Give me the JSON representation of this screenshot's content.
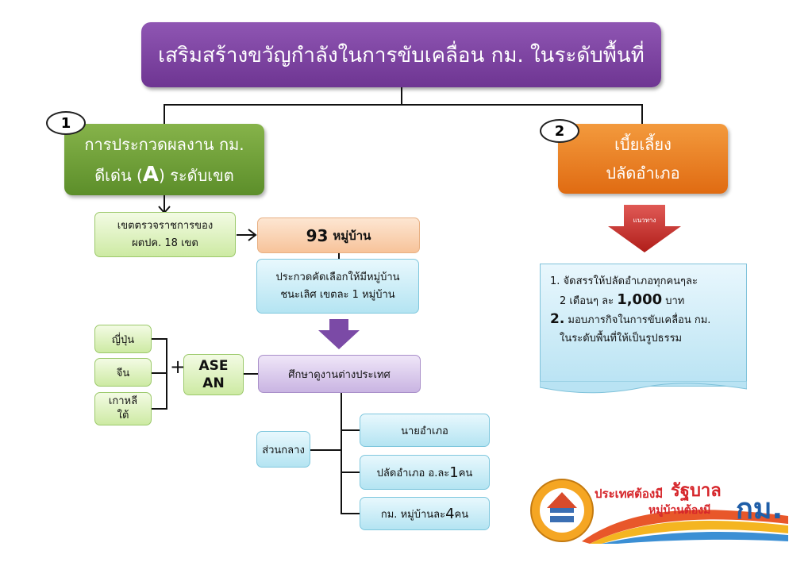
{
  "title": "เสริมสร้างขวัญกำลังในการขับเคลื่อน กม. ในระดับพื้นที่",
  "branch1": {
    "number": "1",
    "line1": "การประกวดผลงาน กม.",
    "line2_pre": "ดีเด่น (",
    "line2_big": "A",
    "line2_post": ") ระดับเขต"
  },
  "branch2": {
    "number": "2",
    "line1": "เบี้ยเลี้ยง",
    "line2": "ปลัดอำเภอ"
  },
  "inspect_box": {
    "line1": "เขตตรวจราชการของ",
    "line2": "ผตปค. 18 เขต"
  },
  "villages_box": {
    "number": "93",
    "label": "หมู่บ้าน"
  },
  "contest_box": {
    "line1": "ประกวดคัดเลือกให้มีหมู่บ้าน",
    "line2": "ชนะเลิศ เขตละ 1 หมู่บ้าน"
  },
  "countries": [
    "ญี่ปุ่น",
    "จีน",
    "เกาหลี",
    "ใต้"
  ],
  "plus": "+",
  "asean": {
    "line1": "ASE",
    "line2": "AN"
  },
  "study_box": "ศึกษาดูงานต่างประเทศ",
  "central_box": "ส่วนกลาง",
  "people": {
    "district_chief": "นายอำเภอ",
    "deputy_pre": "ปลัดอำเภอ อ.ละ ",
    "deputy_num": "1",
    "deputy_post": " คน",
    "km_pre": "กม. หมู่บ้านละ ",
    "km_num": "4",
    "km_post": " คน"
  },
  "guideline_label": "แนวทาง",
  "notes": {
    "n1_pre": "1. จัดสรรให้ปลัดอำเภอทุกคนๆละ",
    "n1b_pre": "2 เดือนๆ ละ ",
    "n1b_amount": "1,000",
    "n1b_post": " บาท",
    "n2_num": "2.",
    "n2_text": " มอบภารกิจในการขับเคลื่อน กม.",
    "n2_cont": "ในระดับพื้นที่ให้เป็นรูปธรรม"
  },
  "logo": {
    "text_top": "ประเทศต้องมี",
    "text_big1": "รัฐบาล",
    "text_mid": "หมู่บ้านต้องมี",
    "text_big2": "กม."
  }
}
